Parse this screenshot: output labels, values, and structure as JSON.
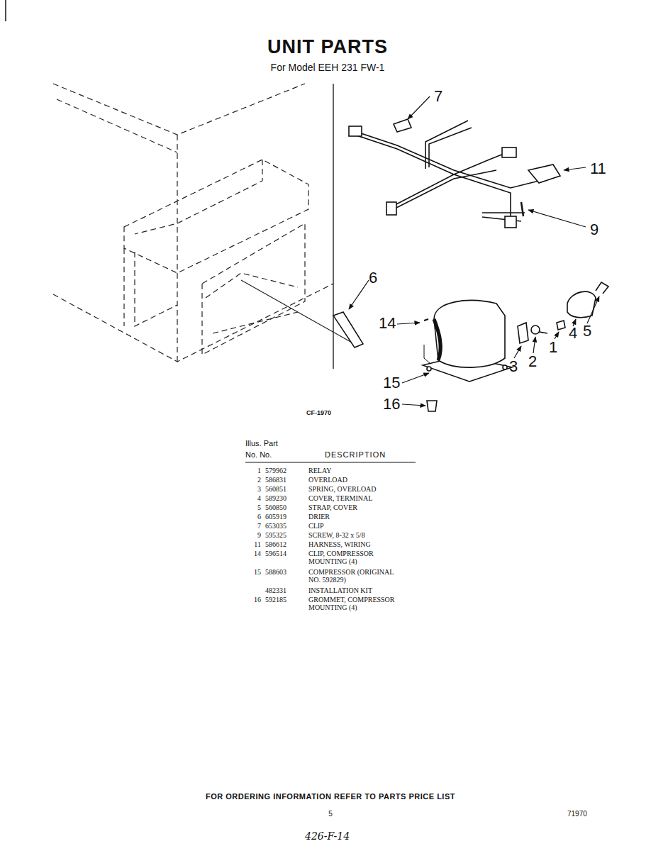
{
  "diagram": {
    "title": "UNIT PARTS",
    "labels": [
      "For Model EEH 231 FW-1",
      "7",
      "11",
      "9",
      "6",
      "14",
      "4",
      "5",
      "1",
      "2",
      "3",
      "15",
      "16",
      "CF-1970",
      "Illus. Part",
      "No. No.",
      "DESCRIPTION",
      "1",
      "579962",
      "RELAY",
      "2",
      "586831",
      "OVERLOAD",
      "3",
      "560851",
      "SPRING, OVERLOAD",
      "4",
      "589230",
      "COVER, TERMINAL",
      "5",
      "560850",
      "STRAP, COVER",
      "6",
      "605919",
      "DRIER",
      "7",
      "653035",
      "CLIP",
      "9",
      "595325",
      "SCREW, 8-32 x 5/8",
      "11",
      "586612",
      "HARNESS, WIRING",
      "14",
      "596514",
      "CLIP, COMPRESSOR MOUNTING (4)",
      "15",
      "588603",
      "COMPRESSOR (ORIGINAL NO. 592829)",
      "482331",
      "INSTALLATION KIT",
      "16",
      "592185",
      "GROMMET, COMPRESSOR MOUNTING (4)",
      "FOR ORDERING INFORMATION REFER TO PARTS PRICE LIST",
      "5",
      "71970",
      "426-F-14"
    ]
  }
}
